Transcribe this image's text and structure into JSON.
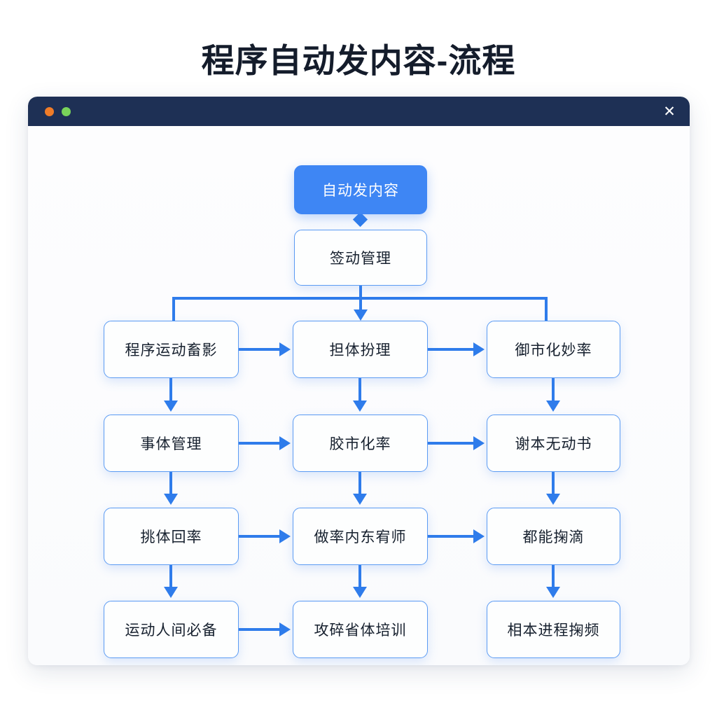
{
  "page": {
    "title": "程序自动发内容-流程"
  },
  "window": {
    "close_label": "✕",
    "dots": [
      {
        "name": "orange",
        "color": "#f07c28"
      },
      {
        "name": "green",
        "color": "#79d35a"
      }
    ],
    "titlebar_color": "#1e3055"
  },
  "theme": {
    "accent": "#3e86f4",
    "line": "#2f7ceb",
    "node_border": "#5b9bf3",
    "node_bg": "#fdfefe",
    "text": "#16202e"
  },
  "flow": {
    "root": {
      "label": "自动发内容",
      "style": "primary"
    },
    "second": {
      "label": "签动管理",
      "style": "outline"
    },
    "columns": [
      {
        "name": "left",
        "nodes": [
          {
            "label": "程序运动畜影"
          },
          {
            "label": "事体管理"
          },
          {
            "label": "挑体回率"
          },
          {
            "label": "运动人间必备"
          }
        ]
      },
      {
        "name": "center",
        "nodes": [
          {
            "label": "担体扮理"
          },
          {
            "label": "胶市化率"
          },
          {
            "label": "做率内东宥师"
          },
          {
            "label": "攻碎省体培训"
          }
        ]
      },
      {
        "name": "right",
        "nodes": [
          {
            "label": "御市化妙率"
          },
          {
            "label": "谢本无动书"
          },
          {
            "label": "都能掬滴"
          },
          {
            "label": "相本进程掬频"
          }
        ]
      }
    ]
  }
}
